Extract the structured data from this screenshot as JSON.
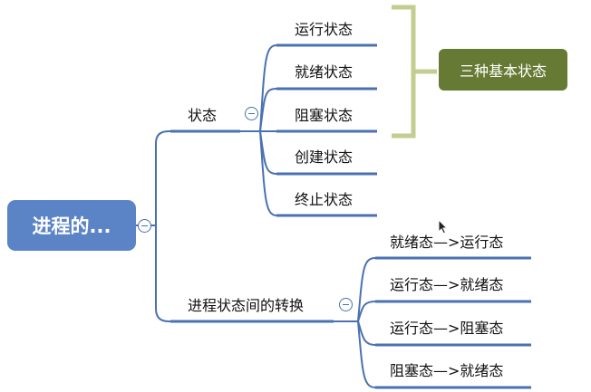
{
  "root": {
    "label": "进程的..."
  },
  "branch_status": {
    "label": "状态",
    "children": [
      "运行状态",
      "就绪状态",
      "阻塞状态",
      "创建状态",
      "终止状态"
    ]
  },
  "group_tag": {
    "label": "三种基本状态"
  },
  "branch_transitions": {
    "label": "进程状态间的转换",
    "children": [
      "就绪态—>运行态",
      "运行态—>就绪态",
      "运行态—>阻塞态",
      "阻塞态—>就绪态"
    ]
  },
  "colors": {
    "line": "#4a72b0",
    "root_fill": "#5b84c6",
    "tag_fill": "#667a33",
    "bracket": "#c3cc91"
  }
}
